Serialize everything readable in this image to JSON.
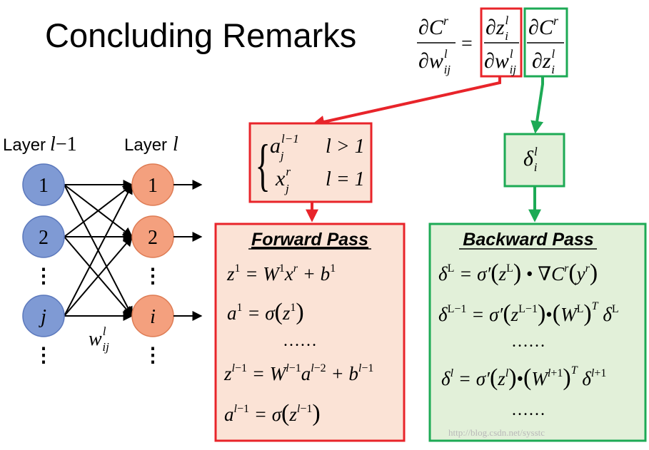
{
  "slide": {
    "title": "Concluding Remarks",
    "watermark": "http://blog.csdn.net/sysstc"
  },
  "colors": {
    "red": "#e8242a",
    "green": "#1daa55",
    "forward_fill": "#fbe3d6",
    "backward_fill": "#e2f0d9",
    "node_prev": "#7f9ad4",
    "node_cur": "#f4a07e"
  },
  "network": {
    "prev_layer_label": "Layer",
    "prev_layer_symbol": "l",
    "prev_layer_suffix": "−1",
    "cur_layer_label": "Layer",
    "cur_layer_symbol": "l",
    "prev_nodes": [
      "1",
      "2",
      "j"
    ],
    "cur_nodes": [
      "1",
      "2",
      "i"
    ],
    "ellipsis": "⋮",
    "weight_base": "w",
    "weight_sup": "l",
    "weight_sub": "ij"
  },
  "top_equation": {
    "lhs_num": "∂C",
    "lhs_num_sup": "r",
    "lhs_den": "∂w",
    "lhs_den_sup": "l",
    "lhs_den_sub": "ij",
    "eq": "=",
    "f1_num": "∂z",
    "f1_num_sup": "l",
    "f1_num_sub": "i",
    "f1_den": "∂w",
    "f1_den_sup": "l",
    "f1_den_sub": "ij",
    "f2_num": "∂C",
    "f2_num_sup": "r",
    "f2_den": "∂z",
    "f2_den_sup": "l",
    "f2_den_sub": "i"
  },
  "activation_box": {
    "row1_base": "a",
    "row1_sup": "l−1",
    "row1_sub": "j",
    "row1_cond": "l > 1",
    "row2_base": "x",
    "row2_sup": "r",
    "row2_sub": "j",
    "row2_cond": "l = 1"
  },
  "delta_box": {
    "base": "δ",
    "sup": "l",
    "sub": "i"
  },
  "forward_pass": {
    "heading": "Forward Pass",
    "eq1": "z¹ = W¹x^r + b¹",
    "eq2": "a¹ = σ(z¹)",
    "dots": "……",
    "eq3": "z^(l−1) = W^(l−1)a^(l−2) + b^(l−1)",
    "eq4": "a^(l−1) = σ(z^(l−1))"
  },
  "backward_pass": {
    "heading": "Backward Pass",
    "eq1": "δ^L = σ′(z^L) • ∇C^r(y^r)",
    "eq2": "δ^(L−1) = σ′(z^(L−1)) • (W^L)^T δ^L",
    "dots1": "……",
    "eq3": "δ^l = σ′(z^l) • (W^(l+1))^T δ^(l+1)",
    "dots2": "……"
  }
}
